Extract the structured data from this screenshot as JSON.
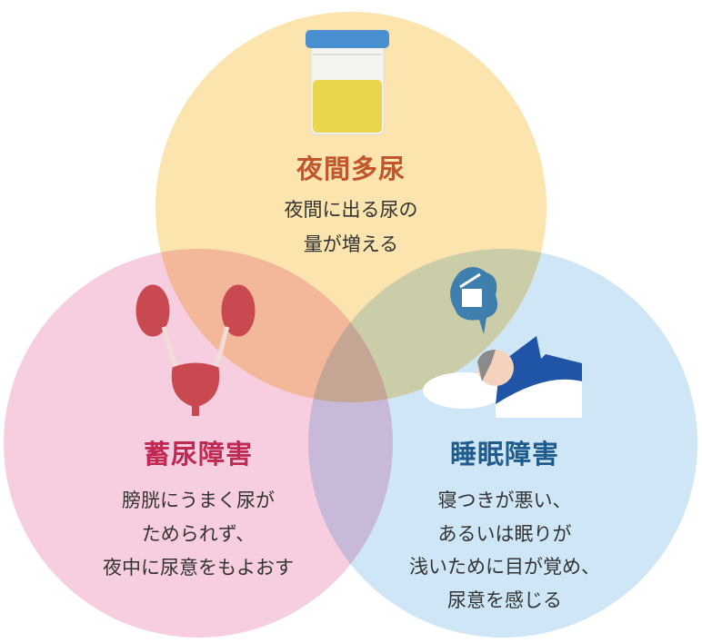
{
  "colors": {
    "nocturnal": "#fbe4ae",
    "storage": "#f7cde0",
    "sleep": "#cfe6f6"
  },
  "sets": [
    {
      "id": "nocturnal-polyuria",
      "title": "夜間多尿",
      "title_color": "#c2552b",
      "lines": [
        "夜間に出る尿の",
        "量が増える"
      ],
      "icon": "urine-cup-icon"
    },
    {
      "id": "storage-disorder",
      "title": "蓄尿障害",
      "title_color": "#c02a52",
      "lines": [
        "膀胱にうまく尿が",
        "ためられず、",
        "夜中に尿意をもよおす"
      ],
      "icon": "kidney-bladder-icon"
    },
    {
      "id": "sleep-disorder",
      "title": "睡眠障害",
      "title_color": "#1f5b8c",
      "lines": [
        "寝つきが悪い、",
        "あるいは眠りが",
        "浅いために目が覚め、",
        "尿意を感じる"
      ],
      "icon": "sleeping-man-icon"
    }
  ]
}
